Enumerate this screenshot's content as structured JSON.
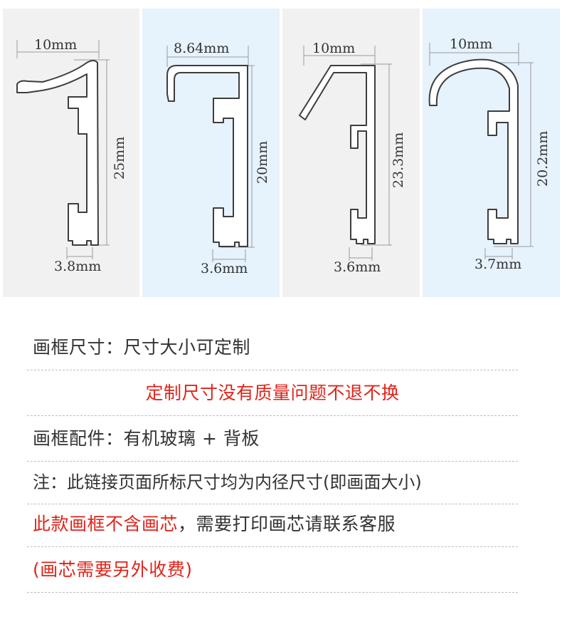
{
  "colors": {
    "panel_gray": "#f1f1f1",
    "panel_blue": "#e6f2fc",
    "accent_red": "#e0241b",
    "text": "#333333"
  },
  "profiles": [
    {
      "top_width": "10mm",
      "height": "25mm",
      "bottom_width": "3.8mm"
    },
    {
      "top_width": "8.64mm",
      "height": "20mm",
      "bottom_width": "3.6mm"
    },
    {
      "top_width": "10mm",
      "height": "23.3mm",
      "bottom_width": "3.6mm"
    },
    {
      "top_width": "10mm",
      "height": "20.2mm",
      "bottom_width": "3.7mm"
    }
  ],
  "info": {
    "size_line": "画框尺寸：尺寸大小可定制",
    "custom_note": "定制尺寸没有质量问题不退不换",
    "parts_line": "画框配件：有机玻璃 + 背板",
    "note_line": "注：此链接页面所标尺寸均为内径尺寸(即画面大小)",
    "core_red": "此款画框不含画芯",
    "core_rest": "，需要打印画芯请联系客服",
    "extra_fee": "(画芯需要另外收费)"
  }
}
